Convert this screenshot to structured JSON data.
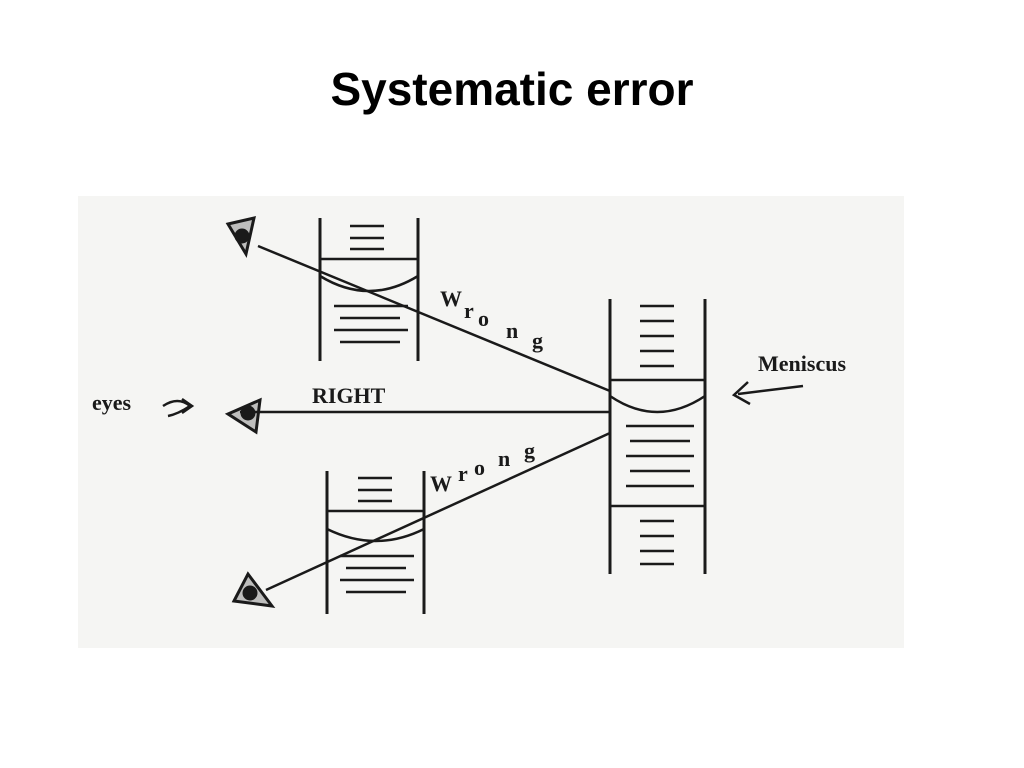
{
  "title": "Systematic error",
  "labels": {
    "right": "RIGHT",
    "eyes": "eyes",
    "meniscus": "Meniscus",
    "wrong_upper": [
      "W",
      "r",
      "o",
      "n",
      "g"
    ],
    "wrong_lower": [
      "W",
      "r",
      "o",
      "n",
      "g"
    ]
  },
  "icons": [
    "eye-icon",
    "arrow-icon"
  ],
  "colors": {
    "ink": "#1a1a1a",
    "panel": "#f5f5f3",
    "page": "#ffffff"
  }
}
